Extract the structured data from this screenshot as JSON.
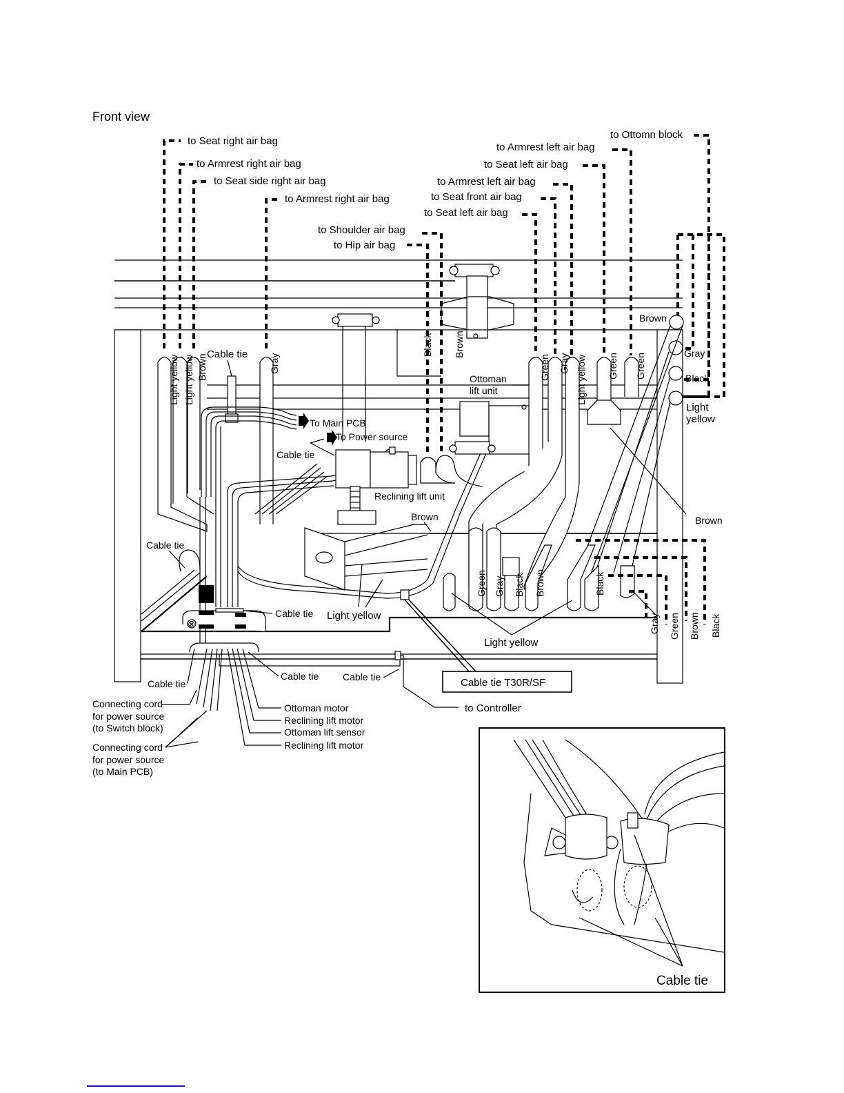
{
  "title": "Front view",
  "top_left_labels": [
    "to Seat right air bag",
    "to Armrest right air bag",
    "to Seat side right air bag",
    "to Armrest right air bag"
  ],
  "top_center_labels": [
    "to Shoulder air bag",
    "to Hip air bag"
  ],
  "top_right_labels": [
    "to Ottomn block",
    "to Armrest left air bag",
    "to Seat left air bag",
    "to Armrest left air bag",
    "to Seat front air bag",
    "to Seat left air bag"
  ],
  "left_tubes": [
    "Light yellow",
    "Light yellow",
    "Brown",
    "Gray"
  ],
  "center_tubes": [
    "Black",
    "Brown"
  ],
  "right_tubes": [
    "Green",
    "Gray",
    "Light yellow",
    "Green",
    "Green"
  ],
  "right_edge_tubes": [
    "Brown",
    "Gray",
    "Black",
    "Light",
    "yellow"
  ],
  "components": {
    "ottoman_lift_unit": [
      "Ottoman",
      "lift unit"
    ],
    "reclining_lift_unit": "Reclining lift unit",
    "to_main_pcb": "To Main PCB",
    "to_power_source": "To Power source",
    "cable_tie": "Cable tie",
    "brown_mid": "Brown",
    "brown_right": "Brown",
    "light_yellow_mid": "Light yellow",
    "light_yellow_bottom": "Light yellow",
    "cable_tie_t30": "Cable tie T30R/SF",
    "to_controller": "to Controller"
  },
  "bottom_tubes": [
    "Green",
    "Gray",
    "Black",
    "Brown",
    "Black"
  ],
  "bottom_right_tubes": [
    "Gray",
    "Green",
    "Brown",
    "Black"
  ],
  "cable_ties": [
    "Cable tie",
    "Cable tie",
    "Cable tie",
    "Cable tie",
    "Cable tie",
    "Cable tie",
    "Cable tie"
  ],
  "cords": {
    "switch_block": [
      "Connecting cord",
      "for power source",
      "(to Switch block)"
    ],
    "main_pcb": [
      "Connecting cord",
      "for power source",
      "(to Main PCB)"
    ]
  },
  "motor_labels": [
    "Ottoman motor",
    "Reclining lift motor",
    "Ottoman lift sensor",
    "Reclining lift motor"
  ],
  "inset": {
    "label": "Cable tie"
  }
}
